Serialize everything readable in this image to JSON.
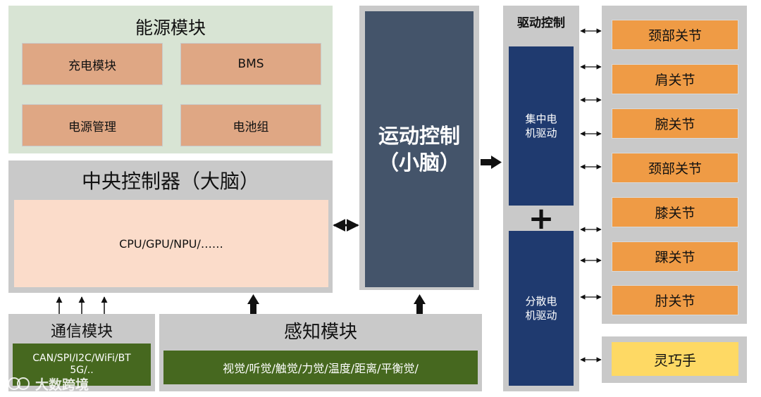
{
  "energy": {
    "title": "能源模块",
    "items": [
      "充电模块",
      "BMS",
      "电源管理",
      "电池组"
    ]
  },
  "central": {
    "title": "中央控制器（大脑）",
    "processors": "CPU/GPU/NPU/……"
  },
  "communication": {
    "title": "通信模块",
    "line1": "CAN/SPI/I2C/WiFi/BT",
    "line2": "5G/.."
  },
  "perception": {
    "title": "感知模块",
    "senses": "视觉/听觉/触觉/力觉/温度/距离/平衡觉/"
  },
  "motion": {
    "line1": "运动控制",
    "line2": "（小脑）"
  },
  "drive": {
    "title": "驱动控制",
    "centralized": [
      "集中电",
      "机驱动"
    ],
    "plus": "+",
    "distributed": [
      "分散电",
      "机驱动"
    ]
  },
  "joints": [
    "颈部关节",
    "肩关节",
    "腕关节",
    "颈部关节",
    "膝关节",
    "踝关节",
    "肘关节"
  ],
  "hand": "灵巧手",
  "watermark": "大数跨境",
  "colors": {
    "energy_bg": "#d8e4d4",
    "energy_item": "#dfa784",
    "panel_gray": "#c9c9c9",
    "cpu_inner": "#fbdcca",
    "module_green": "#46681f",
    "motion_blue": "#44546a",
    "drive_blue": "#1f3a6f",
    "joint_orange": "#ef9b45",
    "hand_yellow": "#fed964"
  }
}
